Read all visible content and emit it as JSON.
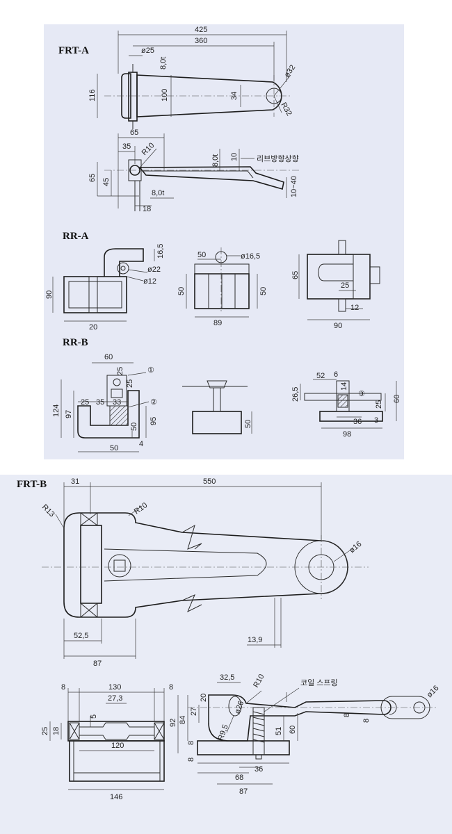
{
  "sections": {
    "frt_a": "FRT-A",
    "rr_a": "RR-A",
    "rr_b": "RR-B",
    "frt_b": "FRT-B"
  },
  "frt_a": {
    "dims": [
      "425",
      "360",
      "ø25",
      "8,0t",
      "116",
      "100",
      "34",
      "ø32",
      "R32",
      "65",
      "35",
      "R10",
      "8,0t",
      "10",
      "65",
      "45",
      "8,0t",
      "18",
      "10~40"
    ],
    "note": "리브방향상향"
  },
  "rr_a": {
    "dims": [
      "16,5",
      "ø22",
      "ø12",
      "50",
      "90",
      "20",
      "ø16,5",
      "50",
      "50",
      "89",
      "65",
      "25",
      "12",
      "90"
    ]
  },
  "rr_b": {
    "dims": [
      "60",
      "25",
      "25",
      "124",
      "97",
      "25",
      "35",
      "33",
      "95",
      "50",
      "4",
      "50",
      "50",
      "52",
      "6",
      "26,5",
      "14",
      "25",
      "60",
      "36",
      "3",
      "98"
    ],
    "markers": [
      "①",
      "②",
      "③"
    ]
  },
  "frt_b": {
    "dims": [
      "31",
      "550",
      "R13",
      "R10",
      "ø16",
      "52,5",
      "87",
      "13,9",
      "8",
      "130",
      "8",
      "27,3",
      "5",
      "25",
      "18",
      "120",
      "146",
      "32,5",
      "R10",
      "ø16",
      "92",
      "84",
      "27",
      "20",
      "ø26",
      "R9,5",
      "51",
      "60",
      "8",
      "8",
      "8",
      "8",
      "68",
      "36",
      "87"
    ],
    "note": "코일 스프링"
  }
}
